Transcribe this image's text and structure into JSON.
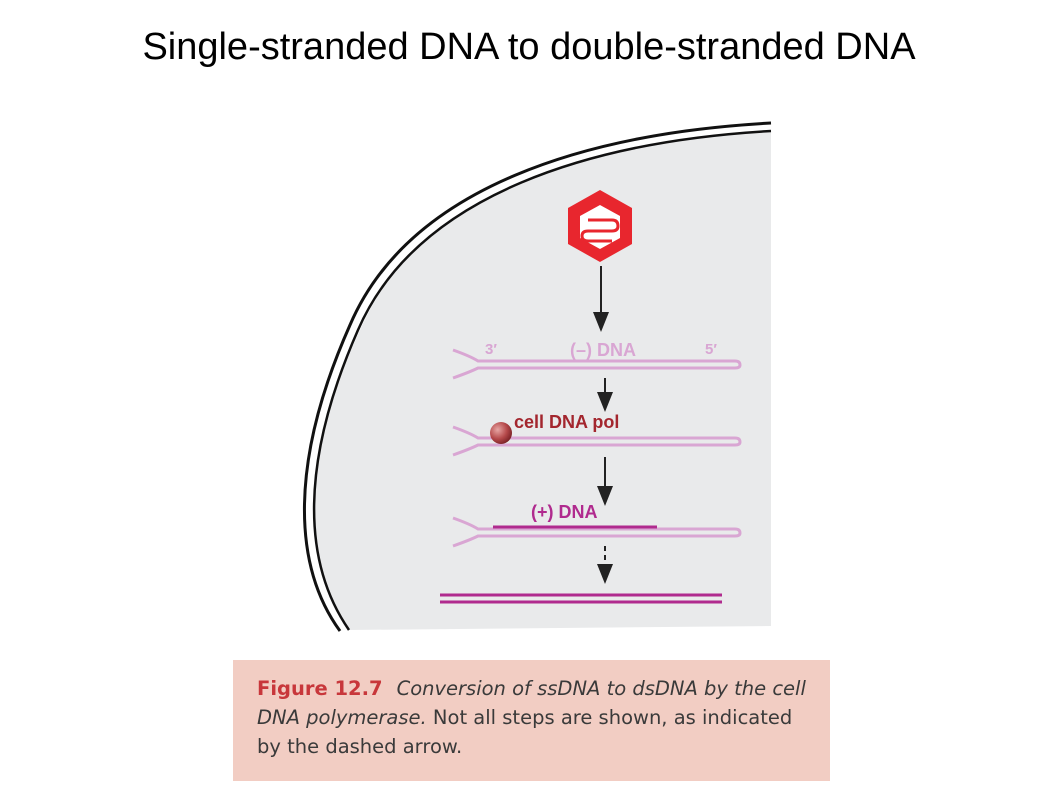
{
  "slide": {
    "title": "Single-stranded DNA to double-stranded DNA"
  },
  "diagram": {
    "minus_dna_label": "(–) DNA",
    "three_prime": "3′",
    "five_prime": "5′",
    "polymerase_label": "cell DNA pol",
    "plus_dna_label": "(+) DNA",
    "colors": {
      "cell_fill": "#e9eaeb",
      "ss_strand": "#d9a6d3",
      "plus_strand": "#b02a8e",
      "polymerase": "#b5494a",
      "polymerase_label": "#a3262e",
      "capsid": "#e8262e",
      "arrow": "#222222",
      "caption_bg": "#f2cdc3",
      "caption_label": "#c8373b"
    },
    "icons": [
      "virus-capsid-icon",
      "polymerase-icon",
      "down-arrow-icon"
    ]
  },
  "caption": {
    "label": "Figure 12.7",
    "italic_text": "Conversion of ssDNA to dsDNA by the cell DNA polymerase.",
    "text": " Not all steps are shown, as indicated by the dashed arrow."
  }
}
